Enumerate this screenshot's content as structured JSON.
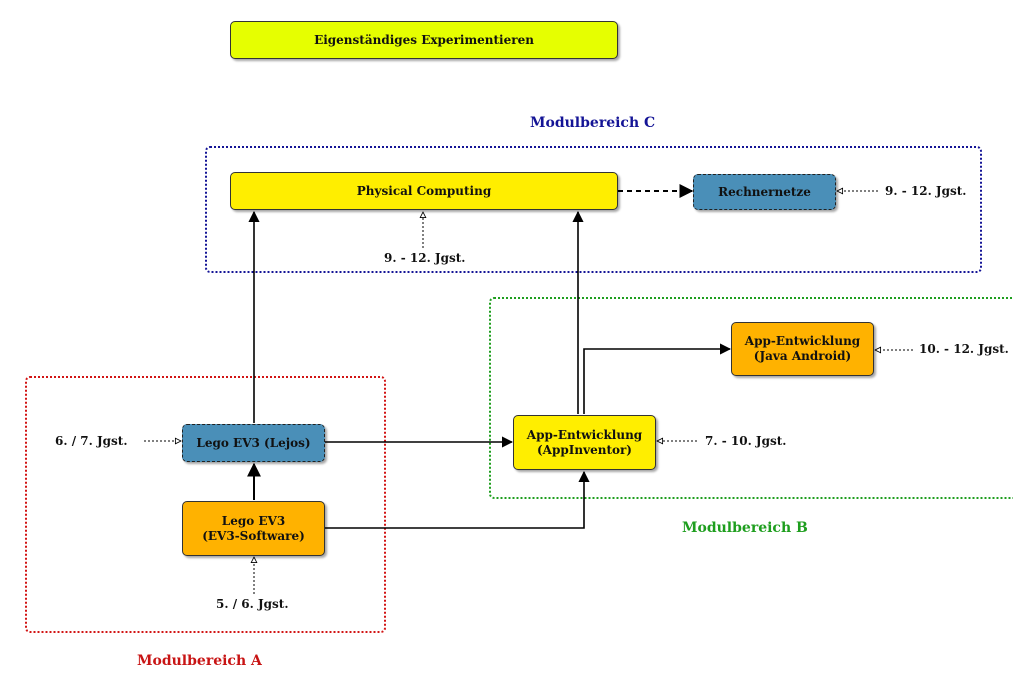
{
  "nodes": {
    "eigen": "Eigenständiges Experimentieren",
    "physical": "Physical Computing",
    "rechnernetze": "Rechnernetze",
    "app_java_line1": "App-Entwicklung",
    "app_java_line2": "(Java Android)",
    "app_inventor_line1": "App-Entwicklung",
    "app_inventor_line2": "(AppInventor)",
    "lego_lejos": "Lego EV3 (Lejos)",
    "lego_ev3_line1": "Lego EV3",
    "lego_ev3_line2": "(EV3-Software)"
  },
  "annotations": {
    "physical": "9. - 12.  Jgst.",
    "rechnernetze": "9. - 12.  Jgst.",
    "app_java": "10. - 12.  Jgst.",
    "app_inventor": "7. - 10.  Jgst.",
    "lego_lejos": "6. / 7.  Jgst.",
    "lego_ev3": "5. / 6.  Jgst."
  },
  "regions": {
    "a": "Modulbereich A",
    "b": "Modulbereich B",
    "c": "Modulbereich C"
  },
  "colors": {
    "yellow": "#ffee00",
    "lime": "#e6ff00",
    "orange": "#ffb200",
    "blue": "#4a8fb8",
    "region_a": "#d21414",
    "region_b": "#1e9e1e",
    "region_c": "#141496"
  }
}
